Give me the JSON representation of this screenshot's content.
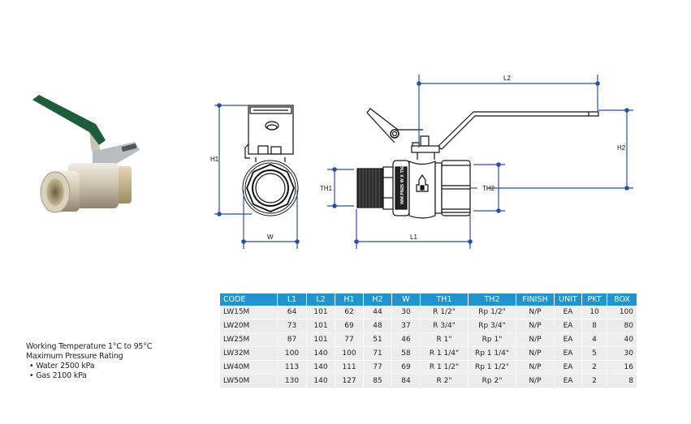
{
  "product_photo": {
    "icon": "ball-valve-photo-icon",
    "handle_color": "#1f5c3a"
  },
  "drawing": {
    "dimension_color": "#2a4fa0",
    "labels": {
      "h1": "H1",
      "w": "W",
      "l1": "L1",
      "l2": "L2",
      "h2": "H2",
      "th1": "TH1",
      "th2": "TH2"
    }
  },
  "specs": {
    "working_temperature": "Working Temperature  1°C to 95°C",
    "pressure_heading": "Maximum Pressure Rating",
    "bullets": [
      "• Water 2500 kPa",
      "• Gas 2100 kPa"
    ]
  },
  "table": {
    "header_color": "#2193cf",
    "columns": [
      "CODE",
      "L1",
      "L2",
      "H1",
      "H2",
      "W",
      "TH1",
      "TH2",
      "FINISH",
      "UNIT",
      "PKT",
      "BOX"
    ],
    "rows": [
      [
        "LW15M",
        "64",
        "101",
        "62",
        "44",
        "30",
        "R 1/2\"",
        "Rp 1/2\"",
        "N/P",
        "EA",
        "10",
        "100"
      ],
      [
        "LW20M",
        "73",
        "101",
        "69",
        "48",
        "37",
        "R 3/4\"",
        "Rp 3/4\"",
        "N/P",
        "EA",
        "8",
        "80"
      ],
      [
        "LW25M",
        "87",
        "101",
        "77",
        "51",
        "46",
        "R 1\"",
        "Rp 1\"",
        "N/P",
        "EA",
        "4",
        "40"
      ],
      [
        "LW32M",
        "100",
        "140",
        "100",
        "71",
        "58",
        "R 1 1/4\"",
        "Rp 1 1/4\"",
        "N/P",
        "EA",
        "5",
        "30"
      ],
      [
        "LW40M",
        "113",
        "140",
        "111",
        "77",
        "69",
        "R 1 1/2\"",
        "Rp 1 1/2\"",
        "N/P",
        "EA",
        "2",
        "16"
      ],
      [
        "LW50M",
        "130",
        "140",
        "127",
        "85",
        "84",
        "R 2\"",
        "Rp 2\"",
        "N/P",
        "EA",
        "2",
        "8"
      ]
    ]
  }
}
